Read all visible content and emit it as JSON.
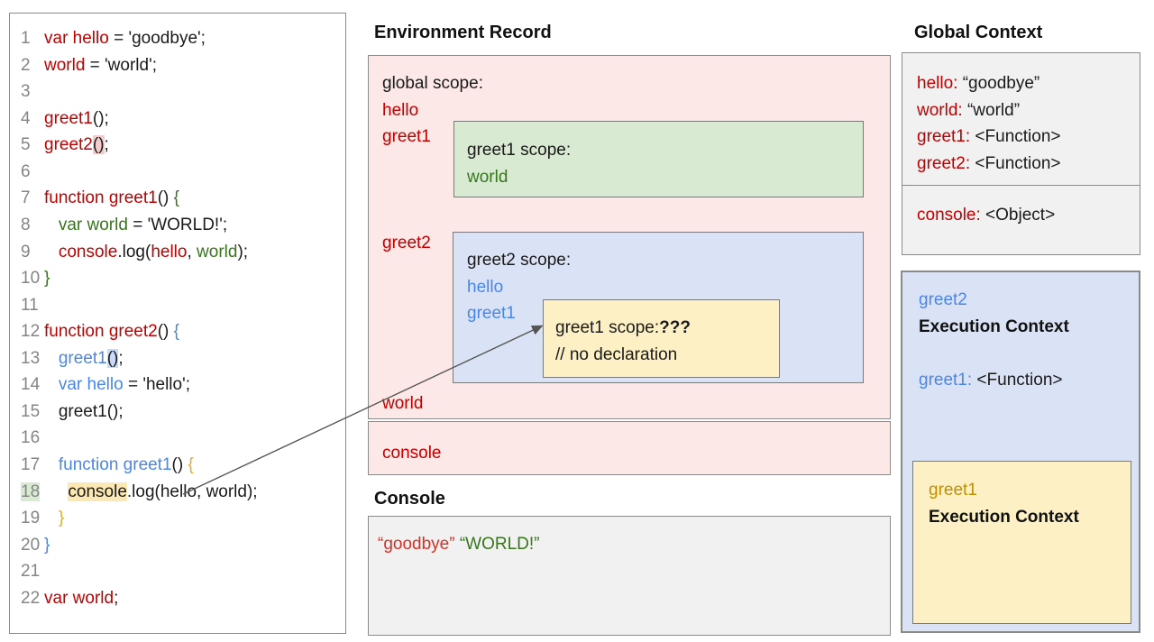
{
  "colors": {
    "red": "#c00000",
    "green": "#38761d",
    "blue": "#4a86e8",
    "brace_gold": "#e2ac2e",
    "gold_dark": "#bf9000",
    "console_red": "#d93025",
    "pink_fill": "#fce8e6",
    "green_fill": "#d9ead3",
    "blue_fill": "#dae3f5",
    "yellow_fill": "#fdf0c5",
    "gray_fill": "#f1f1f1",
    "hl_pink": "#f4cccc",
    "hl_blue": "#c9daf8",
    "hl_yellow": "#fce8b2",
    "hl_green": "#d9ead3"
  },
  "code_panel": {
    "lines": [
      {
        "num": "1",
        "tokens": [
          {
            "t": "var hello",
            "c": "red"
          },
          {
            "t": " = 'goodbye';",
            "c": "black"
          }
        ]
      },
      {
        "num": "2",
        "tokens": [
          {
            "t": "world",
            "c": "red"
          },
          {
            "t": " = 'world';",
            "c": "black"
          }
        ]
      },
      {
        "num": "3",
        "tokens": []
      },
      {
        "num": "4",
        "tokens": [
          {
            "t": "greet1",
            "c": "red"
          },
          {
            "t": "();",
            "c": "black"
          }
        ]
      },
      {
        "num": "5",
        "tokens": [
          {
            "t": "greet2",
            "c": "red"
          },
          {
            "t": "()",
            "c": "black",
            "hl": "pink"
          },
          {
            "t": ";",
            "c": "black"
          }
        ]
      },
      {
        "num": "6",
        "tokens": []
      },
      {
        "num": "7",
        "tokens": [
          {
            "t": "function greet1",
            "c": "red"
          },
          {
            "t": "() ",
            "c": "black"
          },
          {
            "t": "{",
            "c": "green"
          }
        ]
      },
      {
        "num": "8",
        "tokens": [
          {
            "t": "   ",
            "c": "black"
          },
          {
            "t": "var world",
            "c": "green"
          },
          {
            "t": " = 'WORLD!';",
            "c": "black"
          }
        ]
      },
      {
        "num": "9",
        "tokens": [
          {
            "t": "   ",
            "c": "black"
          },
          {
            "t": "console",
            "c": "red"
          },
          {
            "t": ".log(",
            "c": "black"
          },
          {
            "t": "hello",
            "c": "red"
          },
          {
            "t": ", ",
            "c": "black"
          },
          {
            "t": "world",
            "c": "green"
          },
          {
            "t": ");",
            "c": "black"
          }
        ]
      },
      {
        "num": "10",
        "tokens": [
          {
            "t": "}",
            "c": "green"
          }
        ]
      },
      {
        "num": "11",
        "tokens": []
      },
      {
        "num": "12",
        "tokens": [
          {
            "t": "function greet2",
            "c": "red"
          },
          {
            "t": "() ",
            "c": "black"
          },
          {
            "t": "{",
            "c": "blue"
          }
        ]
      },
      {
        "num": "13",
        "tokens": [
          {
            "t": "   ",
            "c": "black"
          },
          {
            "t": "greet1",
            "c": "blue"
          },
          {
            "t": "()",
            "c": "black",
            "hl": "blue"
          },
          {
            "t": ";",
            "c": "black"
          }
        ]
      },
      {
        "num": "14",
        "tokens": [
          {
            "t": "   ",
            "c": "black"
          },
          {
            "t": "var hello",
            "c": "blue"
          },
          {
            "t": " = 'hello';",
            "c": "black"
          }
        ]
      },
      {
        "num": "15",
        "tokens": [
          {
            "t": "   ",
            "c": "black"
          },
          {
            "t": "greet1();",
            "c": "black"
          }
        ]
      },
      {
        "num": "16",
        "tokens": []
      },
      {
        "num": "17",
        "tokens": [
          {
            "t": "   ",
            "c": "black"
          },
          {
            "t": "function greet1",
            "c": "blue"
          },
          {
            "t": "() ",
            "c": "black"
          },
          {
            "t": "{",
            "c": "gold"
          }
        ]
      },
      {
        "num": "18",
        "num_hl": "green",
        "tokens": [
          {
            "t": "     ",
            "c": "black"
          },
          {
            "t": "console",
            "c": "black",
            "hl": "yellow"
          },
          {
            "t": ".log(hello, world);",
            "c": "black"
          }
        ]
      },
      {
        "num": "19",
        "tokens": [
          {
            "t": "   ",
            "c": "black"
          },
          {
            "t": "}",
            "c": "gold"
          }
        ]
      },
      {
        "num": "20",
        "tokens": [
          {
            "t": "}",
            "c": "blue"
          }
        ]
      },
      {
        "num": "21",
        "tokens": []
      },
      {
        "num": "22",
        "tokens": [
          {
            "t": "var world",
            "c": "red"
          },
          {
            "t": ";",
            "c": "black"
          }
        ]
      }
    ]
  },
  "environment_record": {
    "title": "Environment Record",
    "global_scope_label": "global scope:",
    "var_hello": "hello",
    "var_greet1": "greet1",
    "var_greet2": "greet2",
    "var_world": "world",
    "console_label": "console",
    "greet1_scope": {
      "label": "greet1 scope:",
      "var_world": "world"
    },
    "greet2_scope": {
      "label": "greet2 scope:",
      "var_hello": "hello",
      "var_greet1": "greet1",
      "greet1_inner": {
        "label": "greet1 scope:",
        "unknown": "???",
        "comment": "// no declaration"
      }
    }
  },
  "console_panel": {
    "title": "Console",
    "output_red": "“goodbye”",
    "output_green": "“WORLD!”"
  },
  "global_context": {
    "title": "Global Context",
    "entries": [
      {
        "name": "hello:",
        "value": " “goodbye”"
      },
      {
        "name": "world:",
        "value": " “world”"
      },
      {
        "name": "greet1:",
        "value": " <Function>"
      },
      {
        "name": "greet2:",
        "value": " <Function>"
      }
    ],
    "console_entry": {
      "name": "console:",
      "value": " <Object>"
    }
  },
  "greet2_execution_context": {
    "name": "greet2",
    "label": "Execution Context",
    "entry": {
      "name": "greet1:",
      "value": " <Function>"
    }
  },
  "greet1_execution_context": {
    "name": "greet1",
    "label": "Execution Context"
  }
}
